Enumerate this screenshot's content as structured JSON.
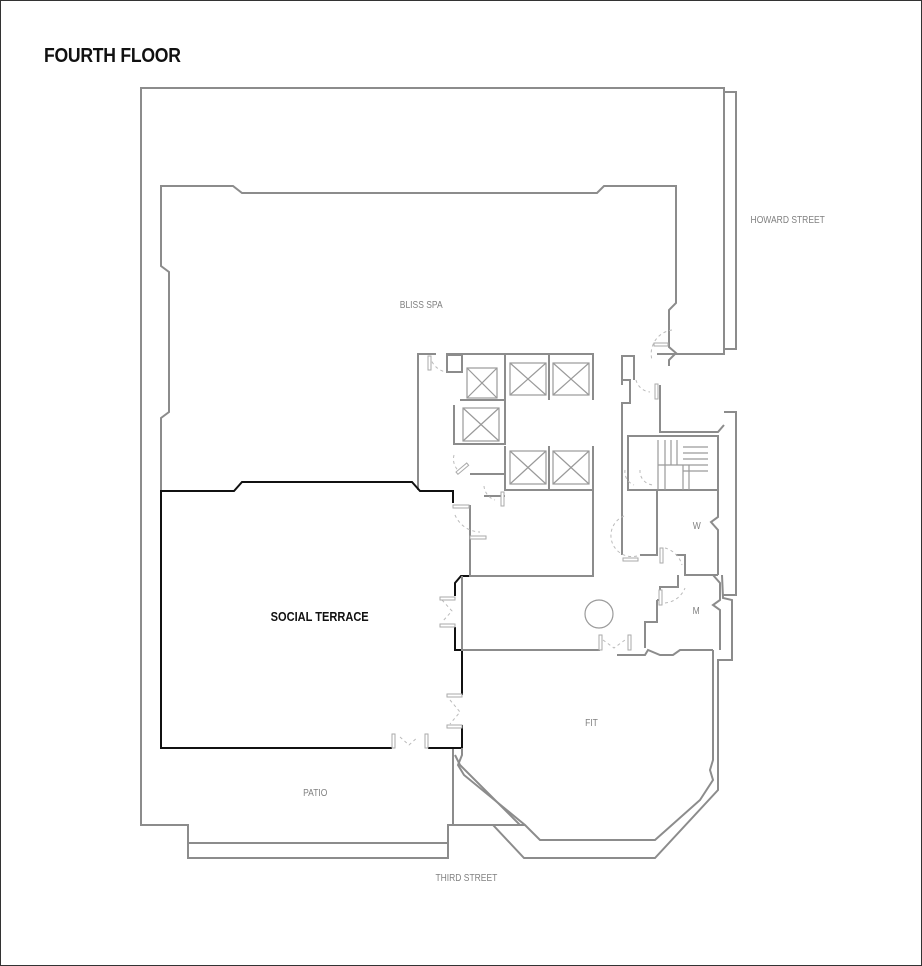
{
  "floor_title": "FOURTH FLOOR",
  "streets": {
    "east": "HOWARD STREET",
    "south": "THIRD STREET"
  },
  "rooms": [
    {
      "id": "bliss-spa",
      "label": "BLISS SPA",
      "highlighted": false
    },
    {
      "id": "social-terrace",
      "label": "SOCIAL TERRACE",
      "highlighted": true
    },
    {
      "id": "fit",
      "label": "FIT",
      "highlighted": false
    },
    {
      "id": "patio",
      "label": "PATIO",
      "highlighted": false
    },
    {
      "id": "womens-restroom",
      "label": "W",
      "highlighted": false
    },
    {
      "id": "mens-restroom",
      "label": "M",
      "highlighted": false
    }
  ],
  "colors": {
    "wall": "#8c8c8c",
    "highlight": "#111111",
    "label": "#808080"
  }
}
